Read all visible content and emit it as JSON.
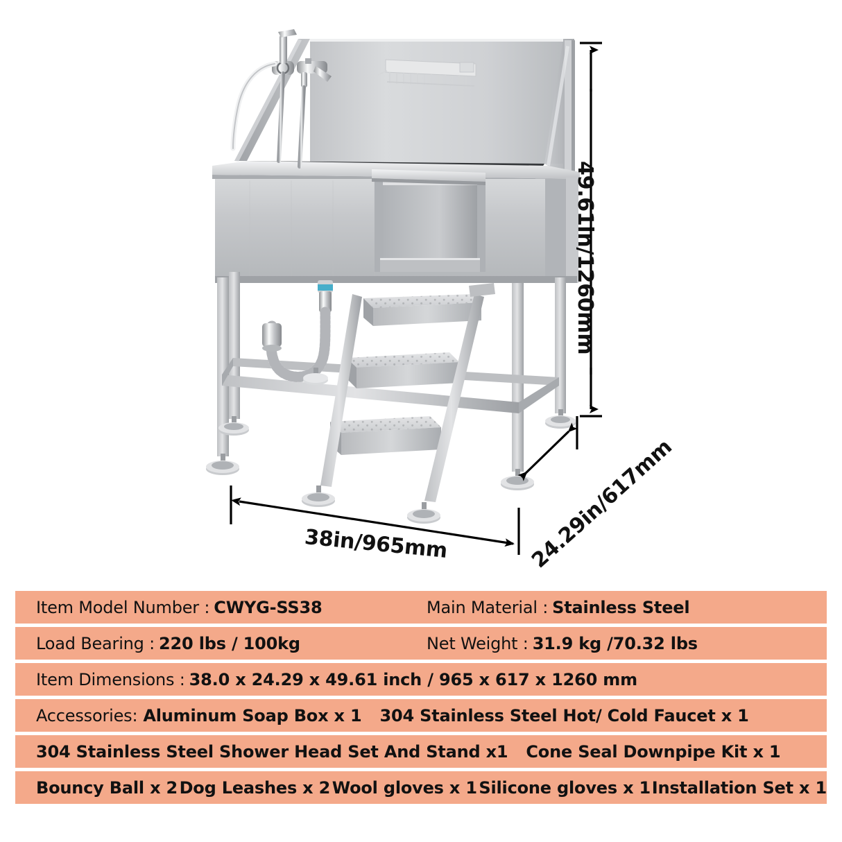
{
  "product": {
    "name": "Stainless Steel Dog Grooming Bath Tub",
    "colors": {
      "table_row_bg": "#F4A98A",
      "page_bg": "#FFFFFF",
      "text": "#111111",
      "steel_light": "#E8E9EB",
      "steel_mid": "#C8CACC",
      "steel_dark": "#9A9CA0",
      "steel_shadow": "#7B7E82",
      "interior_dark": "#3A3C3F",
      "accent_blue": "#2FA8C8"
    }
  },
  "dimensions": {
    "height_label": "49.61in/1260mm",
    "width_label": "38in/965mm",
    "depth_label": "24.29in/617mm"
  },
  "spec_table": {
    "rows": [
      {
        "layout": "two-col",
        "left": {
          "label": "Item Model Number :",
          "value": "CWYG-SS38"
        },
        "right": {
          "label": "Main Material :",
          "value": "Stainless Steel"
        }
      },
      {
        "layout": "two-col",
        "left": {
          "label": "Load Bearing :",
          "value": "220 lbs / 100kg"
        },
        "right": {
          "label": "Net Weight :",
          "value": "31.9 kg /70.32 lbs"
        }
      },
      {
        "layout": "one-col",
        "full": {
          "label": "Item Dimensions :",
          "value": "38.0 x 24.29 x 49.61 inch / 965 x 617 x 1260 mm"
        }
      },
      {
        "layout": "accessories-first",
        "label": "Accessories:",
        "items": [
          "Aluminum Soap Box x 1",
          "304 Stainless Steel Hot/ Cold Faucet x 1"
        ]
      },
      {
        "layout": "accessories",
        "items": [
          "304 Stainless Steel Shower Head Set And Stand x1",
          "Cone Seal Downpipe Kit x 1"
        ]
      },
      {
        "layout": "accessories",
        "items": [
          "Bouncy Ball x 2",
          "Dog Leashes x 2",
          "Wool gloves x 1",
          "Silicone gloves x 1",
          "Installation Set x 1"
        ]
      }
    ]
  }
}
